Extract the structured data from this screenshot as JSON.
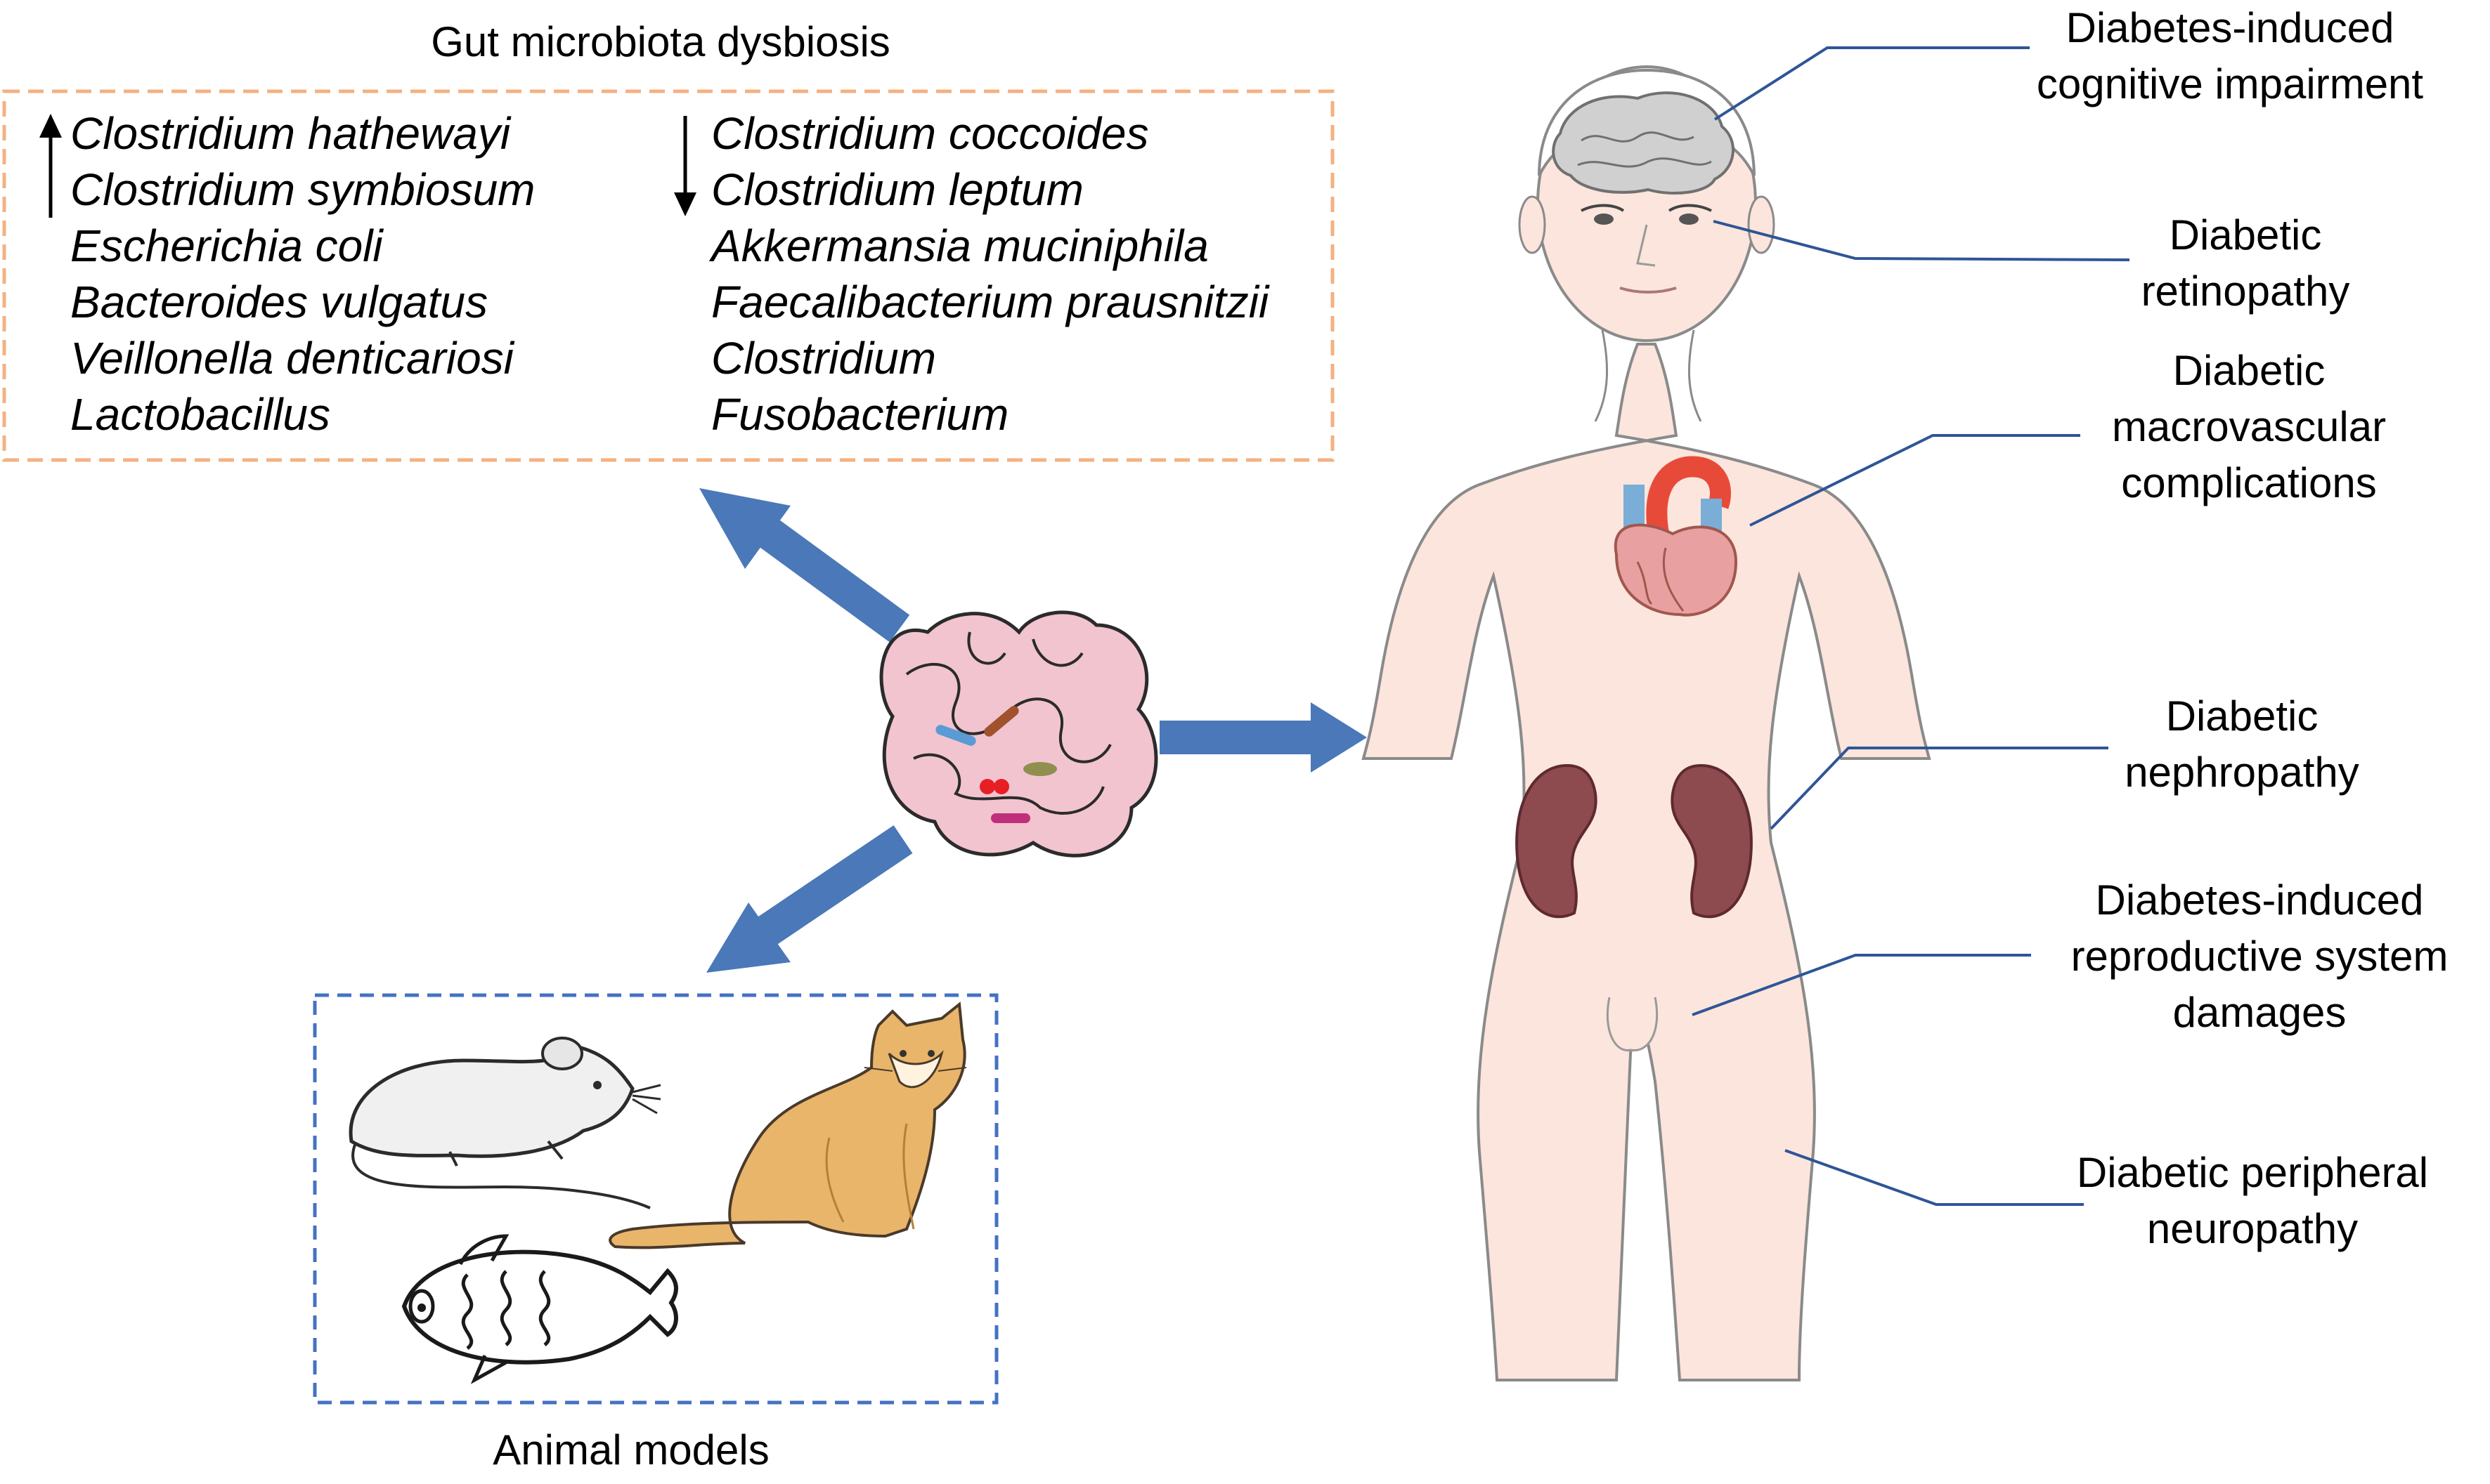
{
  "dysbiosis": {
    "title": "Gut microbiota dysbiosis",
    "increased": [
      "Clostridium hathewayi",
      "Clostridium symbiosum",
      "Escherichia coli",
      "Bacteroides vulgatus",
      "Veillonella denticariosi",
      "Lactobacillus"
    ],
    "decreased": [
      "Clostridium coccoides",
      "Clostridium leptum",
      "Akkermansia muciniphila",
      "Faecalibacterium prausnitzii",
      "Clostridium",
      "Fusobacterium"
    ]
  },
  "animal_models": {
    "title": "Animal models"
  },
  "complications": [
    [
      "Diabetes-induced",
      "cognitive impairment"
    ],
    [
      "Diabetic",
      "retinopathy"
    ],
    [
      "Diabetic",
      "macrovascular",
      "complications"
    ],
    [
      "Diabetic",
      "nephropathy"
    ],
    [
      "Diabetes-induced",
      "reproductive system",
      "damages"
    ],
    [
      "Diabetic peripheral",
      "neuropathy"
    ]
  ],
  "icons": {
    "up": "arrow-up-icon",
    "down": "arrow-down-icon",
    "intestine": "intestine-icon",
    "mouse": "mouse-icon",
    "cat": "cat-icon",
    "fish": "fish-icon",
    "body": "human-body-icon",
    "brain": "brain-icon",
    "heart": "heart-icon",
    "kidney": "kidney-icon"
  },
  "colors": {
    "dysbiosis_box": "#f4b183",
    "animal_box": "#4472c4",
    "arrow": "#4a78b8",
    "leader": "#2f5597",
    "skin": "#fbe5dc",
    "kidney": "#8d4a4f",
    "intestine": "#f2c4d0"
  }
}
